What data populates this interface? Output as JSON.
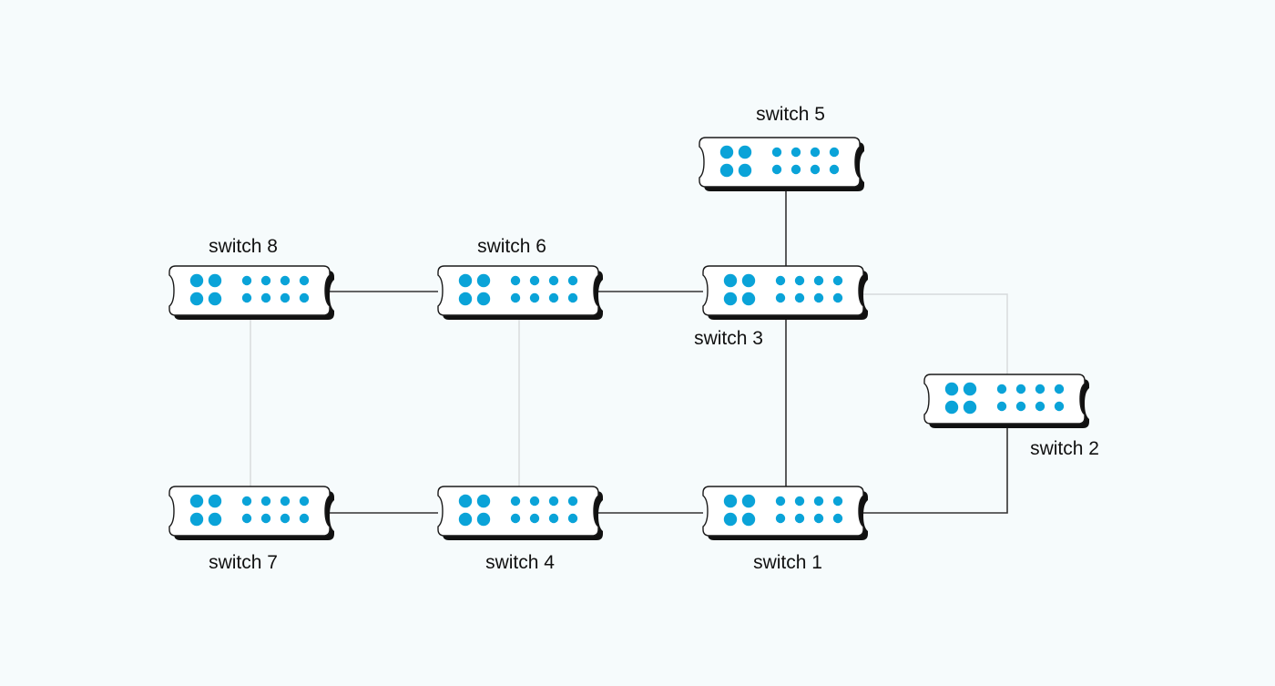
{
  "colors": {
    "background": "#f6fbfc",
    "port": "#0aa3d8",
    "active_link": "#333333",
    "standby_link": "#d6d9db",
    "device_outline": "#1a1a1a"
  },
  "switches": [
    {
      "id": "s1",
      "label": "switch 1"
    },
    {
      "id": "s2",
      "label": "switch 2"
    },
    {
      "id": "s3",
      "label": "switch 3"
    },
    {
      "id": "s4",
      "label": "switch 4"
    },
    {
      "id": "s5",
      "label": "switch 5"
    },
    {
      "id": "s6",
      "label": "switch 6"
    },
    {
      "id": "s7",
      "label": "switch 7"
    },
    {
      "id": "s8",
      "label": "switch 8"
    }
  ],
  "links": [
    {
      "from": "s8",
      "to": "s6",
      "state": "active"
    },
    {
      "from": "s6",
      "to": "s3",
      "state": "active"
    },
    {
      "from": "s5",
      "to": "s3",
      "state": "active"
    },
    {
      "from": "s3",
      "to": "s1",
      "state": "active"
    },
    {
      "from": "s7",
      "to": "s4",
      "state": "active"
    },
    {
      "from": "s4",
      "to": "s1",
      "state": "active"
    },
    {
      "from": "s1",
      "to": "s2",
      "state": "active"
    },
    {
      "from": "s8",
      "to": "s7",
      "state": "standby"
    },
    {
      "from": "s6",
      "to": "s4",
      "state": "standby"
    },
    {
      "from": "s3",
      "to": "s2",
      "state": "standby"
    }
  ]
}
